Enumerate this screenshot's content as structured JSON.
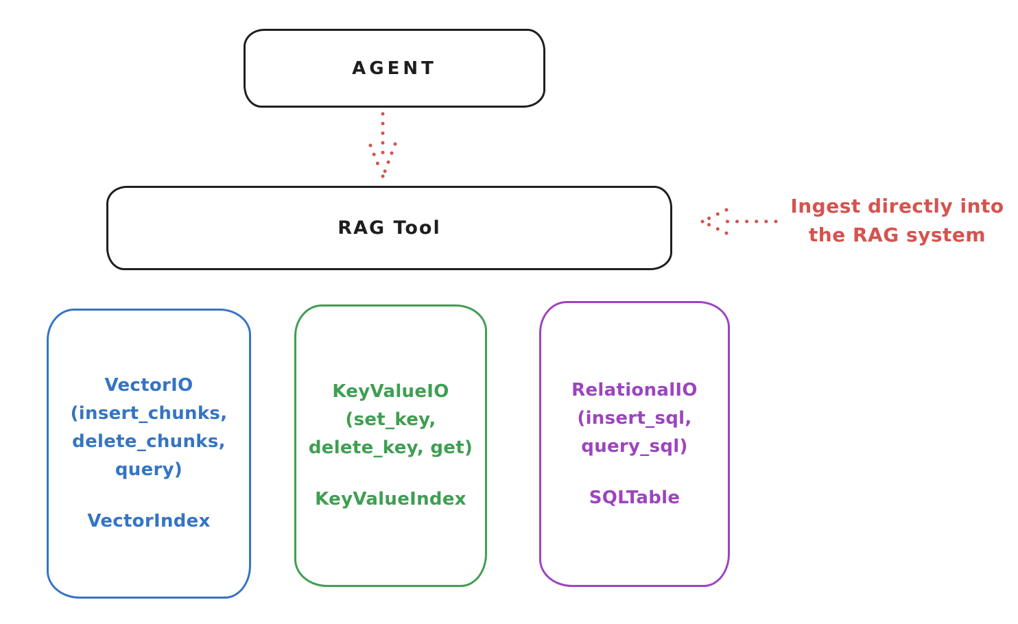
{
  "diagram": {
    "agent_box": {
      "label": "AGENT"
    },
    "rag_tool_box": {
      "label": "RAG Tool"
    },
    "annotation": {
      "text": "Ingest directly into\nthe RAG system",
      "color": "#d5534f"
    },
    "arrows": [
      {
        "name": "agent-to-rag-arrow",
        "style": "dotted",
        "direction": "down",
        "color": "#d5534f"
      },
      {
        "name": "ingest-annotation-arrow",
        "style": "dotted",
        "direction": "left",
        "color": "#d5534f"
      }
    ],
    "io_boxes": [
      {
        "name": "vector-io",
        "color": "#3574c4",
        "body": "VectorIO\n(insert_chunks,\ndelete_chunks,\nquery)",
        "footer": "VectorIndex"
      },
      {
        "name": "keyvalue-io",
        "color": "#3f9e52",
        "body": "KeyValueIO\n(set_key,\ndelete_key, get)",
        "footer": "KeyValueIndex"
      },
      {
        "name": "relational-io",
        "color": "#9c44bf",
        "body": "RelationalIO\n(insert_sql,\nquery_sql)",
        "footer": "SQLTable"
      }
    ],
    "colors": {
      "stroke": "#1e1e1e",
      "red": "#d5534f",
      "blue": "#3574c4",
      "green": "#3f9e52",
      "purple": "#9c44bf",
      "background": "#ffffff"
    }
  }
}
